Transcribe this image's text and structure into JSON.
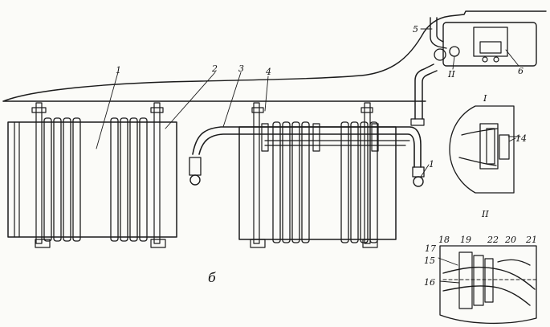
{
  "labels": {
    "l1a": "1",
    "l2": "2",
    "l3": "3",
    "l4": "4",
    "l1b": "1",
    "l5": "5",
    "l6": "6",
    "lII_top": "II",
    "lI": "I",
    "l14": "14",
    "lII": "II",
    "l17": "17",
    "l18": "18",
    "l19": "19",
    "l22": "22",
    "l20": "20",
    "l21": "21",
    "l15": "15",
    "l16": "16"
  },
  "caption": "б",
  "colors": {
    "ink": "#1b1b1b",
    "paper": "#fbfbf8"
  }
}
